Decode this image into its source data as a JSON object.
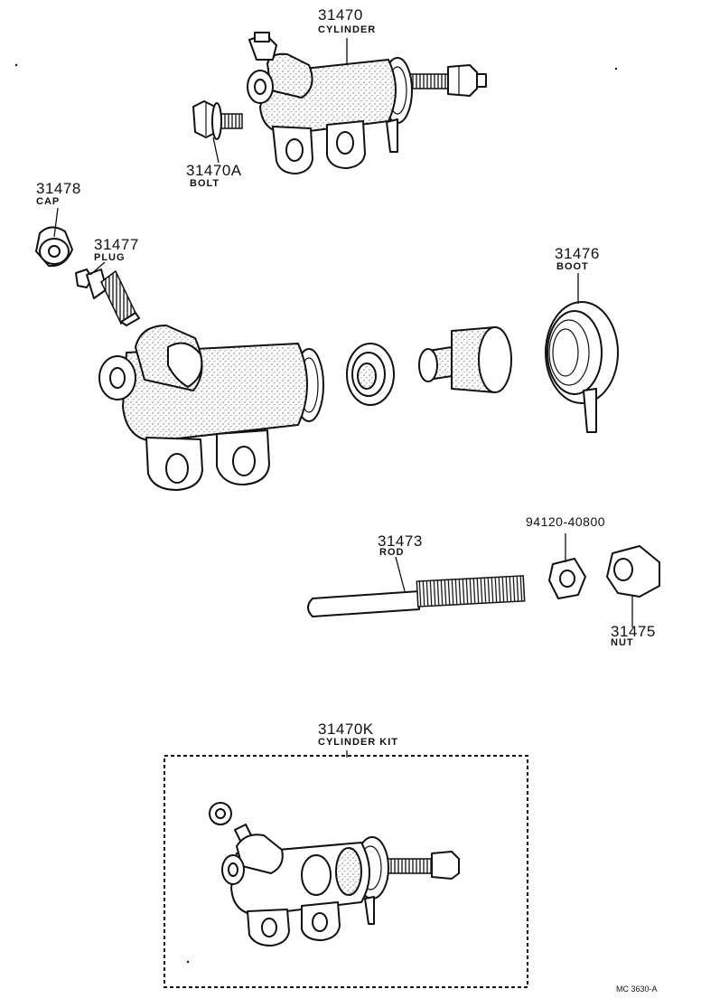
{
  "parts": {
    "cylinder": {
      "number": "31470",
      "name": "CYLINDER"
    },
    "bolt": {
      "number": "31470A",
      "name": "BOLT"
    },
    "cap": {
      "number": "31478",
      "name": "CAP"
    },
    "plug": {
      "number": "31477",
      "name": "PLUG"
    },
    "boot": {
      "number": "31476",
      "name": "BOOT"
    },
    "rod": {
      "number": "31473",
      "name": "ROD"
    },
    "locknut": {
      "number": "94120-40800"
    },
    "nut": {
      "number": "31475",
      "name": "NUT"
    },
    "kit": {
      "number": "31470K",
      "name": "CYLINDER KIT"
    }
  },
  "figure_code": "MC 3630-A"
}
